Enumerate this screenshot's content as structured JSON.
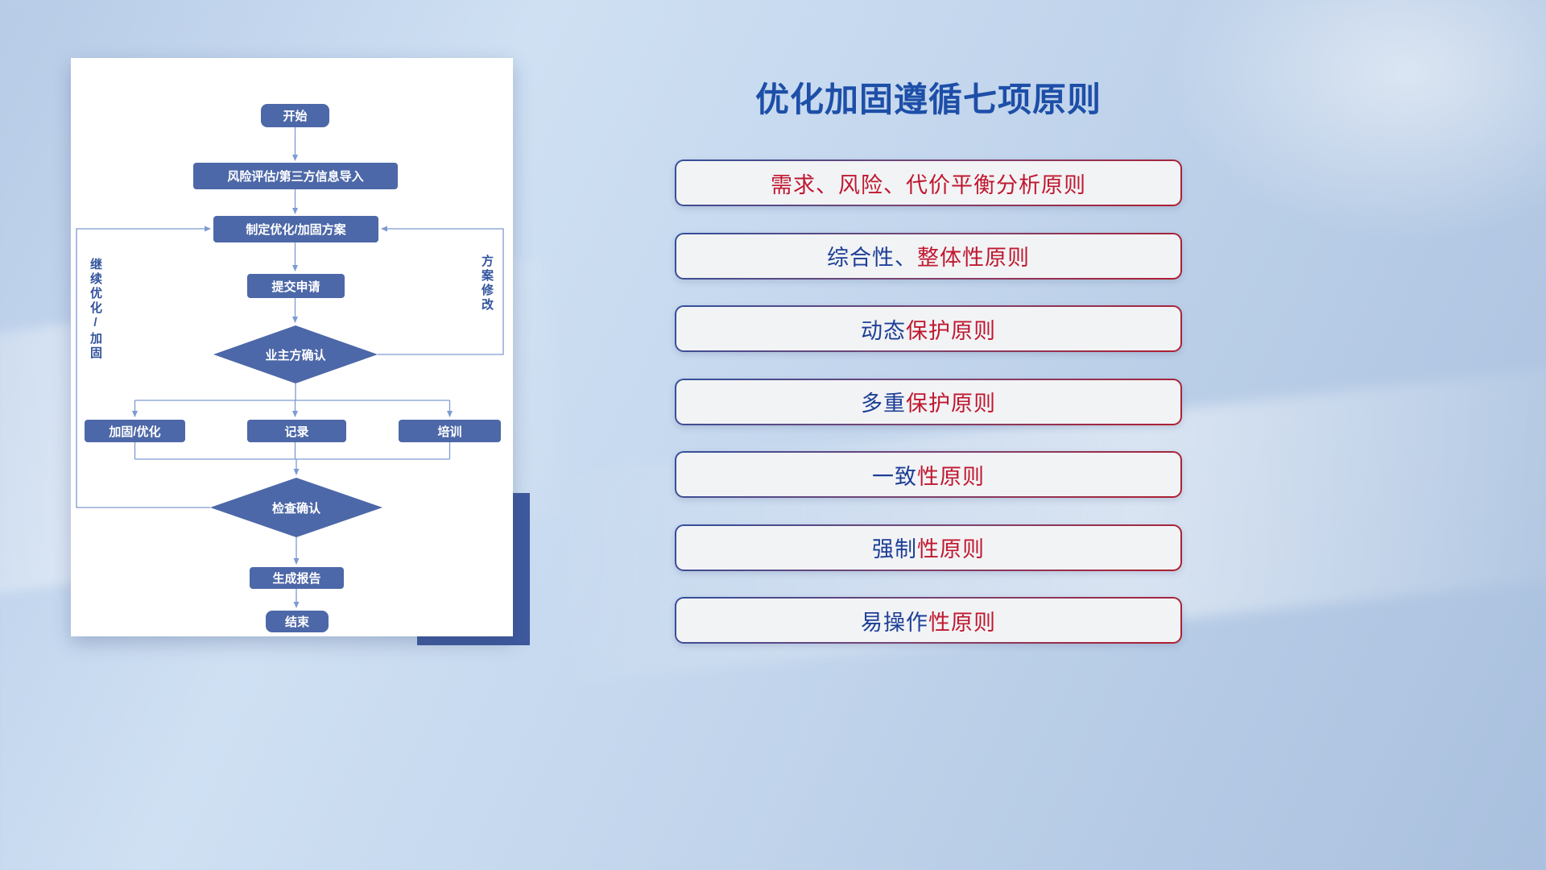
{
  "title": "优化加固遵循七项原则",
  "flowchart": {
    "nodes": {
      "start": "开始",
      "risk": "风险评估/第三方信息导入",
      "plan": "制定优化/加固方案",
      "submit": "提交申请",
      "owner_confirm": "业主方确认",
      "harden": "加固/优化",
      "record": "记录",
      "train": "培训",
      "check_confirm": "检查确认",
      "report": "生成报告",
      "end": "结束"
    },
    "labels": {
      "left_loop": "继续优化/加固",
      "right_loop": "方案修改"
    }
  },
  "principles": {
    "items": [
      {
        "blue": "",
        "red": "需求、风险、代价平衡分析原则"
      },
      {
        "blue": "综合性、",
        "red": "整体性原则"
      },
      {
        "blue": "动态",
        "red": "保护原则"
      },
      {
        "blue": "多重",
        "red": "保护原则"
      },
      {
        "blue": "一致",
        "red": "性原则"
      },
      {
        "blue": "强制",
        "red": "性原则"
      },
      {
        "blue": "易操作",
        "red": "性原则"
      }
    ]
  },
  "colors": {
    "accent_blue": "#1d4fa8",
    "accent_red": "#c01830",
    "node_fill": "#4d68a8",
    "connector": "#7d9bd2"
  }
}
